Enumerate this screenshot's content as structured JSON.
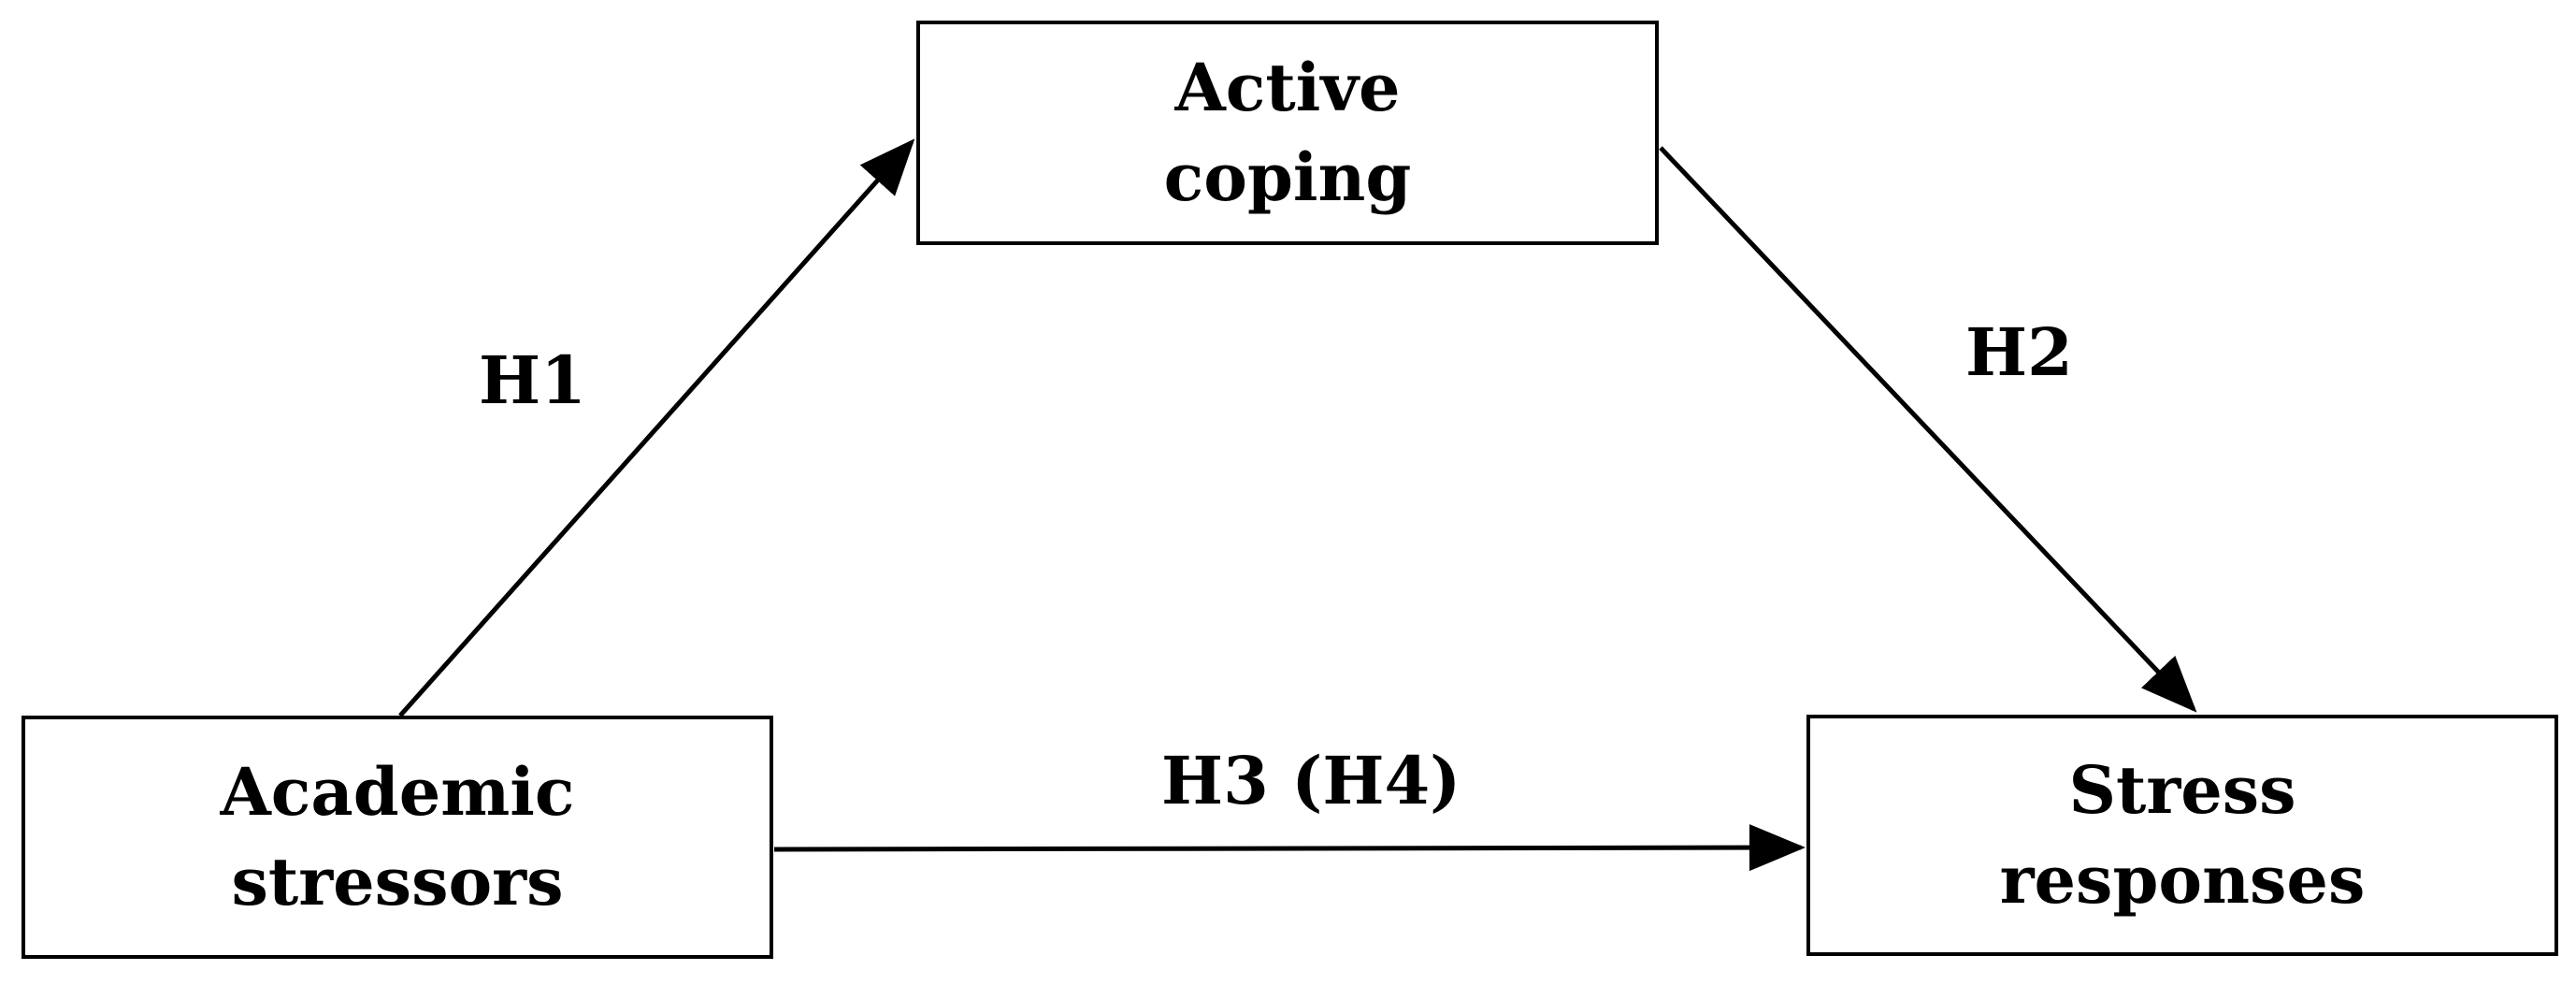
{
  "nodes": {
    "active_coping": {
      "line1": "Active",
      "line2": "coping"
    },
    "academic_stressors": {
      "line1": "Academic",
      "line2": "stressors"
    },
    "stress_responses": {
      "line1": "Stress",
      "line2": "responses"
    }
  },
  "edges": {
    "stressors_to_coping": {
      "label": "H1"
    },
    "coping_to_responses": {
      "label": "H2"
    },
    "stressors_to_responses": {
      "label": "H3 (H4)"
    }
  },
  "colors": {
    "stroke": "#000000",
    "background": "#ffffff"
  }
}
